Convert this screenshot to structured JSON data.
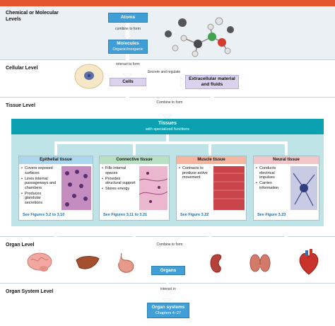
{
  "levels": {
    "chemical": "Chemical or Molecular Levels",
    "cellular": "Cellular Level",
    "tissue": "Tissue Level",
    "organ": "Organ Level",
    "system": "Organ System Level"
  },
  "boxes": {
    "atoms": "Atoms",
    "molecules": "Molecules",
    "molecules_sub": "Organic/inorganic",
    "cells": "Cells",
    "extracellular": "Extracellular material and fluids",
    "tissues": "Tissues",
    "tissues_sub": "with specialized functions",
    "organs": "Organs",
    "organ_systems": "Organ systems",
    "organ_systems_sub": "Chapters 4–27"
  },
  "connectors": {
    "combine1": "combine to form",
    "interact": "interact to form",
    "secrete": "Secrete and regulate",
    "combine2": "Combine to form",
    "combine3": "Combine to form",
    "interact_in": "interact in"
  },
  "tissues": [
    {
      "title": "Epithelial tissue",
      "color": "#a9d7f0",
      "bullets": [
        "Covers exposed surfaces",
        "Lines internal passageways and chambers",
        "Produces glandular secretions"
      ],
      "see": "See Figures 3.2 to 3.10"
    },
    {
      "title": "Connective tissue",
      "color": "#b8e1c4",
      "bullets": [
        "Fills internal spaces",
        "Provides structural support",
        "Stores energy"
      ],
      "see": "See Figures 3.11 to 3.21"
    },
    {
      "title": "Muscle tissue",
      "color": "#f5b59e",
      "bullets": [
        "Contracts to produce active movement"
      ],
      "see": "See Figure 3.22"
    },
    {
      "title": "Neural tissue",
      "color": "#f3c7c9",
      "bullets": [
        "Conducts electrical impulses",
        "Carries information"
      ],
      "see": "See Figure 3.23"
    }
  ],
  "organ_icons": [
    "brain-icon",
    "liver-icon",
    "stomach-icon",
    "kidney-icon",
    "thyroid-icon",
    "heart-icon"
  ]
}
